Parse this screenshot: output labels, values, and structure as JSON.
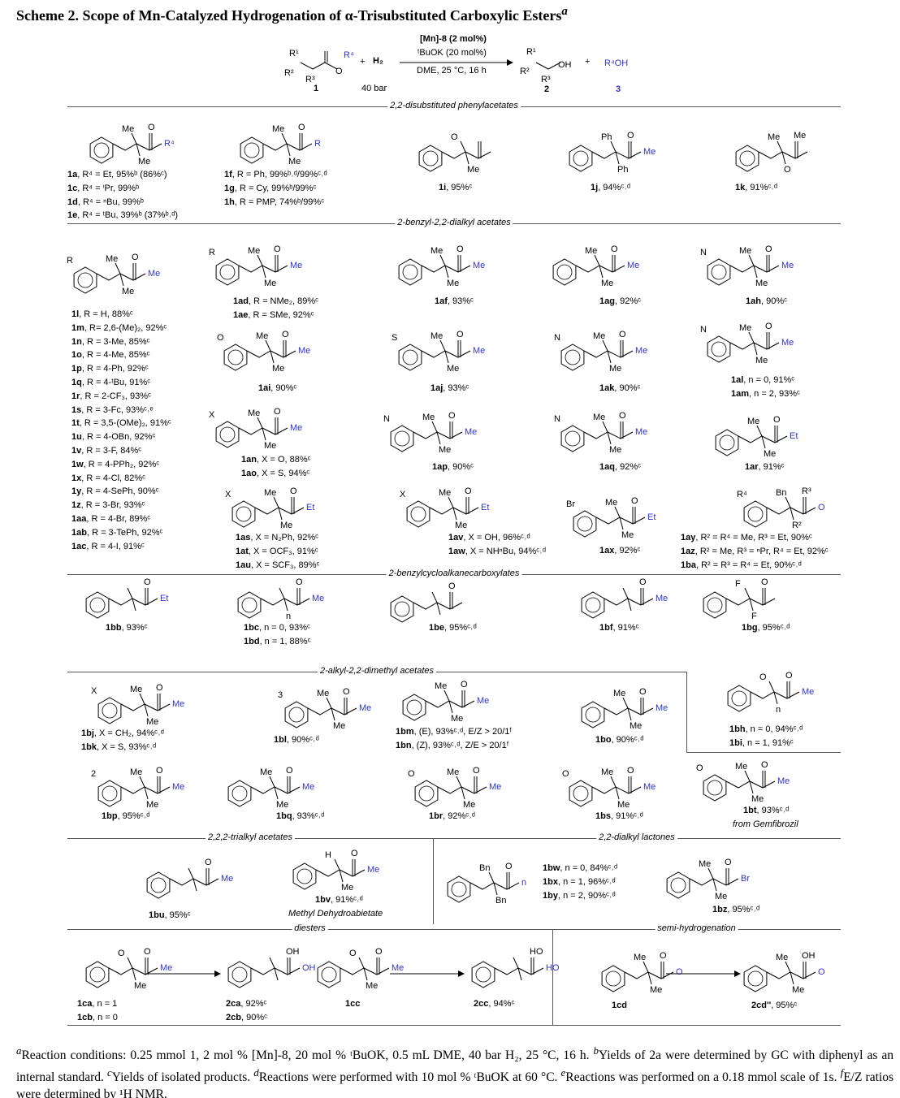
{
  "title": "Scheme 2. Scope of Mn-Catalyzed Hydrogenation of α-Trisubstituted Carboxylic Esters",
  "title_note": "a",
  "colors": {
    "accent": "#3333cc",
    "text": "#000000",
    "rule": "#555555"
  },
  "reaction": {
    "catalyst": "[Mn]-8 (2 mol%)",
    "base": "ᵗBuOK (20 mol%)",
    "conditions": "DME, 25 °C, 16 h",
    "h2": "H₂",
    "pressure": "40 bar",
    "plus": "+",
    "substrate_no": "1",
    "product_no": "2",
    "alcohol_no": "3",
    "alcohol": "R⁴OH",
    "substrate_labels": [
      "R¹",
      "R²",
      "R³",
      "O",
      "R⁴"
    ],
    "product_labels": [
      "R¹",
      "R²",
      "R³",
      "OH"
    ]
  },
  "sections": [
    "2,2-disubstituted phenylacetates",
    "2-benzyl-2,2-dialkyl acetates",
    "2-benzylcycloalkanecarboxylates",
    "2-alkyl-2,2-dimethyl acetates",
    "2,2,2-trialkyl acetates",
    "2,2-dialkyl lactones",
    "diesters",
    "semi-hydrogenation"
  ],
  "labels": {
    "g1a": [
      [
        "1a",
        ", R⁴ = Et, 95%ᵇ (86%ᶜ)"
      ],
      [
        "1c",
        ", R⁴ = ⁱPr, 99%ᵇ"
      ],
      [
        "1d",
        ", R⁴ = ⁿBu, 99%ᵇ"
      ],
      [
        "1e",
        ", R⁴ = ᵗBu, 39%ᵇ (37%ᵇ˒ᵈ)"
      ]
    ],
    "g1f": [
      [
        "1f",
        ", R = Ph, 99%ᵇ˒ᵈ/99%ᶜ˒ᵈ"
      ],
      [
        "1g",
        ", R = Cy, 99%ᵇ/99%ᶜ"
      ],
      [
        "1h",
        ", R = PMP, 74%ᵇ/99%ᶜ"
      ]
    ],
    "g1i": [
      [
        "1i",
        ", 95%ᶜ"
      ]
    ],
    "g1j": [
      [
        "1j",
        ", 94%ᶜ˒ᵈ"
      ]
    ],
    "g1k": [
      [
        "1k",
        ", 91%ᶜ˒ᵈ"
      ]
    ],
    "g1ad": [
      [
        "1ad",
        ", R = NMe₂, 89%ᶜ"
      ],
      [
        "1ae",
        ", R = SMe, 92%ᶜ"
      ]
    ],
    "g1af": [
      [
        "1af",
        ", 93%ᶜ"
      ]
    ],
    "g1ag": [
      [
        "1ag",
        ", 92%ᶜ"
      ]
    ],
    "g1ah": [
      [
        "1ah",
        ", 90%ᶜ"
      ]
    ],
    "g1l": [
      [
        "1l",
        ", R = H, 88%ᶜ"
      ],
      [
        "1m",
        ", R= 2,6-(Me)₂, 92%ᶜ"
      ],
      [
        "1n",
        ", R = 3-Me, 85%ᶜ"
      ],
      [
        "1o",
        ", R = 4-Me, 85%ᶜ"
      ],
      [
        "1p",
        ", R = 4-Ph, 92%ᶜ"
      ],
      [
        "1q",
        ", R = 4-ᵗBu, 91%ᶜ"
      ],
      [
        "1r",
        ", R = 2-CF₃, 93%ᶜ"
      ],
      [
        "1s",
        ", R = 3-Fc, 93%ᶜ˒ᵉ"
      ],
      [
        "1t",
        ", R = 3,5-(OMe)₂, 91%ᶜ"
      ],
      [
        "1u",
        ", R = 4-OBn, 92%ᶜ"
      ],
      [
        "1v",
        ", R = 3-F, 84%ᶜ"
      ],
      [
        "1w",
        ", R = 4-PPh₂, 92%ᶜ"
      ],
      [
        "1x",
        ", R = 4-Cl, 82%ᶜ"
      ],
      [
        "1y",
        ", R = 4-SePh, 90%ᶜ"
      ],
      [
        "1z",
        ", R = 3-Br, 93%ᶜ"
      ],
      [
        "1aa",
        ", R = 4-Br, 89%ᶜ"
      ],
      [
        "1ab",
        ", R = 3-TePh, 92%ᶜ"
      ],
      [
        "1ac",
        ", R = 4-I, 91%ᶜ"
      ]
    ],
    "g1ai": [
      [
        "1ai",
        ", 90%ᶜ"
      ]
    ],
    "g1aj": [
      [
        "1aj",
        ", 93%ᶜ"
      ]
    ],
    "g1ak": [
      [
        "1ak",
        ", 90%ᶜ"
      ]
    ],
    "g1al": [
      [
        "1al",
        ", n = 0, 91%ᶜ"
      ],
      [
        "1am",
        ", n = 2, 93%ᶜ"
      ]
    ],
    "g1an": [
      [
        "1an",
        ", X = O, 88%ᶜ"
      ],
      [
        "1ao",
        ", X = S, 94%ᶜ"
      ]
    ],
    "g1ap": [
      [
        "1ap",
        ", 90%ᶜ"
      ]
    ],
    "g1aq": [
      [
        "1aq",
        ", 92%ᶜ"
      ]
    ],
    "g1ar": [
      [
        "1ar",
        ", 91%ᶜ"
      ]
    ],
    "g1as": [
      [
        "1as",
        ", X = N₂Ph, 92%ᶜ"
      ],
      [
        "1at",
        ", X = OCF₃, 91%ᶜ"
      ],
      [
        "1au",
        ", X = SCF₃, 89%ᶜ"
      ]
    ],
    "g1av": [
      [
        "1av",
        ", X = OH, 96%ᶜ˒ᵈ"
      ],
      [
        "1aw",
        ", X = NHⁿBu, 94%ᶜ˒ᵈ"
      ]
    ],
    "g1ax": [
      [
        "1ax",
        ", 92%ᶜ"
      ]
    ],
    "g1ay": [
      [
        "1ay",
        ", R² = R⁴ = Me, R³ = Et, 90%ᶜ"
      ],
      [
        "1az",
        ", R² = Me, R³ = ⁿPr, R⁴ = Et, 92%ᶜ"
      ],
      [
        "1ba",
        ", R² = R³ = R⁴ = Et, 90%ᶜ˒ᵈ"
      ]
    ],
    "g1bb": [
      [
        "1bb",
        ", 93%ᶜ"
      ]
    ],
    "g1bc": [
      [
        "1bc",
        ", n = 0, 93%ᶜ"
      ],
      [
        "1bd",
        ", n = 1, 88%ᶜ"
      ]
    ],
    "g1be": [
      [
        "1be",
        ", 95%ᶜ˒ᵈ"
      ]
    ],
    "g1bf": [
      [
        "1bf",
        ", 91%ᶜ"
      ]
    ],
    "g1bg": [
      [
        "1bg",
        ", 95%ᶜ˒ᵈ"
      ]
    ],
    "g1bh": [
      [
        "1bh",
        ", n = 0, 94%ᶜ˒ᵈ"
      ],
      [
        "1bi",
        ", n = 1, 91%ᶜ"
      ]
    ],
    "g1bj": [
      [
        "1bj",
        ", X = CH₂, 94%ᶜ˒ᵈ"
      ],
      [
        "1bk",
        ", X = S, 93%ᶜ˒ᵈ"
      ]
    ],
    "g1bl": [
      [
        "1bl",
        ", 90%ᶜ˒ᵈ"
      ]
    ],
    "g1bm": [
      [
        "1bm",
        ", (E), 93%ᶜ˒ᵈ, E/Z > 20/1ᶠ"
      ],
      [
        "1bn",
        ", (Z), 93%ᶜ˒ᵈ, Z/E > 20/1ᶠ"
      ]
    ],
    "g1bo": [
      [
        "1bo",
        ", 90%ᶜ˒ᵈ"
      ]
    ],
    "g1bp": [
      [
        "1bp",
        ", 95%ᶜ˒ᵈ"
      ]
    ],
    "g1bq": [
      [
        "1bq",
        ", 93%ᶜ˒ᵈ"
      ]
    ],
    "g1br": [
      [
        "1br",
        ", 92%ᶜ˒ᵈ"
      ]
    ],
    "g1bs": [
      [
        "1bs",
        ", 91%ᶜ˒ᵈ"
      ]
    ],
    "g1bt": [
      [
        "1bt",
        ", 93%ᶜ˒ᵈ"
      ]
    ],
    "g1bu": [
      [
        "1bu",
        ", 95%ᶜ"
      ]
    ],
    "g1bv": [
      [
        "1bv",
        ", 91%ᶜ˒ᵈ"
      ]
    ],
    "g1bw": [
      [
        "1bw",
        ", n = 0, 84%ᶜ˒ᵈ"
      ],
      [
        "1bx",
        ", n = 1, 96%ᶜ˒ᵈ"
      ],
      [
        "1by",
        ", n = 2, 90%ᶜ˒ᵈ"
      ]
    ],
    "g1bz": [
      [
        "1bz",
        ", 95%ᶜ˒ᵈ"
      ]
    ],
    "g1ca": [
      [
        "1ca",
        ", n = 1"
      ],
      [
        "1cb",
        ", n = 0"
      ]
    ],
    "g2ca": [
      [
        "2ca",
        ", 92%ᶜ"
      ],
      [
        "2cb",
        ", 90%ᶜ"
      ]
    ],
    "g1cc": [
      [
        "1cc",
        ""
      ]
    ],
    "g2cc": [
      [
        "2cc",
        ", 94%ᶜ"
      ]
    ],
    "g1cd": [
      [
        "1cd",
        ""
      ]
    ],
    "g2cd": [
      [
        "2cd''",
        ", 95%ᶜ"
      ]
    ]
  },
  "notes": {
    "gemfibrozil": "from Gemfibrozil",
    "dehydroabietate": "Methyl Dehydroabietate"
  },
  "structures": [
    {
      "id": "1a",
      "labels": [
        "Me",
        "Me",
        "O",
        "R⁴"
      ]
    },
    {
      "id": "1f",
      "labels": [
        "Me",
        "Me",
        "O",
        "R"
      ]
    },
    {
      "id": "1i",
      "labels": [
        "O",
        "Me"
      ]
    },
    {
      "id": "1j",
      "labels": [
        "Ph",
        "Ph",
        "O",
        "Me"
      ]
    },
    {
      "id": "1k",
      "labels": [
        "Me",
        "O",
        "Me"
      ]
    },
    {
      "id": "1l",
      "labels": [
        "Me",
        "Me",
        "O",
        "Me",
        "R"
      ]
    },
    {
      "id": "1ad",
      "labels": [
        "Me",
        "Me",
        "O",
        "Me",
        "R"
      ]
    },
    {
      "id": "1af",
      "labels": [
        "Me",
        "Me",
        "O",
        "Me"
      ]
    },
    {
      "id": "1ag",
      "labels": [
        "Me",
        "Me",
        "O",
        "Me"
      ]
    },
    {
      "id": "1ah",
      "labels": [
        "Me",
        "Me",
        "O",
        "Me",
        "N"
      ]
    },
    {
      "id": "1ai",
      "labels": [
        "Me",
        "Me",
        "O",
        "Me",
        "O"
      ]
    },
    {
      "id": "1aj",
      "labels": [
        "Me",
        "Me",
        "O",
        "Me",
        "S"
      ]
    },
    {
      "id": "1ak",
      "labels": [
        "Me",
        "Me",
        "O",
        "Me",
        "N"
      ]
    },
    {
      "id": "1al",
      "labels": [
        "Me",
        "Me",
        "O",
        "Me",
        "N"
      ]
    },
    {
      "id": "1an",
      "labels": [
        "Me",
        "Me",
        "O",
        "Me",
        "X"
      ]
    },
    {
      "id": "1ap",
      "labels": [
        "Me",
        "Me",
        "O",
        "Me",
        "N"
      ]
    },
    {
      "id": "1aq",
      "labels": [
        "Me",
        "Me",
        "O",
        "Me",
        "N"
      ]
    },
    {
      "id": "1ar",
      "labels": [
        "Me",
        "Me",
        "O",
        "Et"
      ]
    },
    {
      "id": "1as",
      "labels": [
        "Me",
        "Me",
        "O",
        "Et",
        "X"
      ]
    },
    {
      "id": "1av",
      "labels": [
        "Me",
        "Me",
        "O",
        "Et",
        "X"
      ]
    },
    {
      "id": "1ax",
      "labels": [
        "Me",
        "Me",
        "O",
        "Et",
        "Br"
      ]
    },
    {
      "id": "1ay",
      "labels": [
        "Bn",
        "R²",
        "R³",
        "O",
        "R⁴"
      ]
    },
    {
      "id": "1bb",
      "labels": [
        "",
        "",
        "O",
        "Et"
      ]
    },
    {
      "id": "1bc",
      "labels": [
        "",
        "n",
        "O",
        "Me"
      ]
    },
    {
      "id": "1be",
      "labels": [
        "",
        "",
        "O",
        ""
      ]
    },
    {
      "id": "1bf",
      "labels": [
        "",
        "",
        "O",
        "Me"
      ]
    },
    {
      "id": "1bg",
      "labels": [
        "F",
        "F",
        "O",
        ""
      ]
    },
    {
      "id": "1bh",
      "labels": [
        "O",
        "n",
        "O",
        "Me"
      ]
    },
    {
      "id": "1bj",
      "labels": [
        "Me",
        "Me",
        "O",
        "Me",
        "X"
      ]
    },
    {
      "id": "1bl",
      "labels": [
        "Me",
        "Me",
        "O",
        "Me",
        "3"
      ]
    },
    {
      "id": "1bm",
      "labels": [
        "Me",
        "Me",
        "O",
        "Me"
      ]
    },
    {
      "id": "1bo",
      "labels": [
        "Me",
        "Me",
        "O",
        "Me"
      ]
    },
    {
      "id": "1bp",
      "labels": [
        "Me",
        "Me",
        "O",
        "Me",
        "2"
      ]
    },
    {
      "id": "1bq",
      "labels": [
        "Me",
        "Me",
        "O",
        "Me"
      ]
    },
    {
      "id": "1br",
      "labels": [
        "Me",
        "Me",
        "O",
        "Me",
        "O"
      ]
    },
    {
      "id": "1bs",
      "labels": [
        "Me",
        "Me",
        "O",
        "Me",
        "O"
      ]
    },
    {
      "id": "1bt",
      "labels": [
        "Me",
        "Me",
        "O",
        "Me",
        "O"
      ]
    },
    {
      "id": "1bu",
      "labels": [
        "",
        "",
        "O",
        "Me"
      ]
    },
    {
      "id": "1bv",
      "labels": [
        "H",
        "Me",
        "O",
        "Me"
      ]
    },
    {
      "id": "1bw",
      "labels": [
        "Bn",
        "Bn",
        "O",
        "n"
      ]
    },
    {
      "id": "1bz",
      "labels": [
        "Me",
        "Me",
        "O",
        "Br"
      ]
    },
    {
      "id": "1ca",
      "labels": [
        "O",
        "Me",
        "O",
        "Me"
      ]
    },
    {
      "id": "2ca",
      "labels": [
        "",
        "",
        "OH",
        "OH"
      ]
    },
    {
      "id": "1cc",
      "labels": [
        "O",
        "Me",
        "O",
        "Me"
      ]
    },
    {
      "id": "2cc",
      "labels": [
        "",
        "",
        "HO",
        "HO"
      ]
    },
    {
      "id": "1cd",
      "labels": [
        "Me",
        "Me",
        "O",
        "O"
      ]
    },
    {
      "id": "2cd",
      "labels": [
        "Me",
        "Me",
        "OH",
        "O"
      ]
    }
  ],
  "footnotes": [
    {
      "mark": "a",
      "text": "Reaction conditions: 0.25 mmol 1, 2 mol % [Mn]-8, 20 mol % ᵗBuOK, 0.5 mL DME, 40 bar H₂, 25 °C, 16 h. "
    },
    {
      "mark": "b",
      "text": "Yields of 2a were determined by GC with diphenyl as an internal standard. "
    },
    {
      "mark": "c",
      "text": "Yields of isolated products. "
    },
    {
      "mark": "d",
      "text": "Reactions were performed with 10 mol % ᵗBuOK at 60 °C. "
    },
    {
      "mark": "e",
      "text": "Reactions was performed on a 0.18 mmol scale of 1s. "
    },
    {
      "mark": "f",
      "text": "E/Z ratios were determined by ¹H NMR."
    }
  ]
}
